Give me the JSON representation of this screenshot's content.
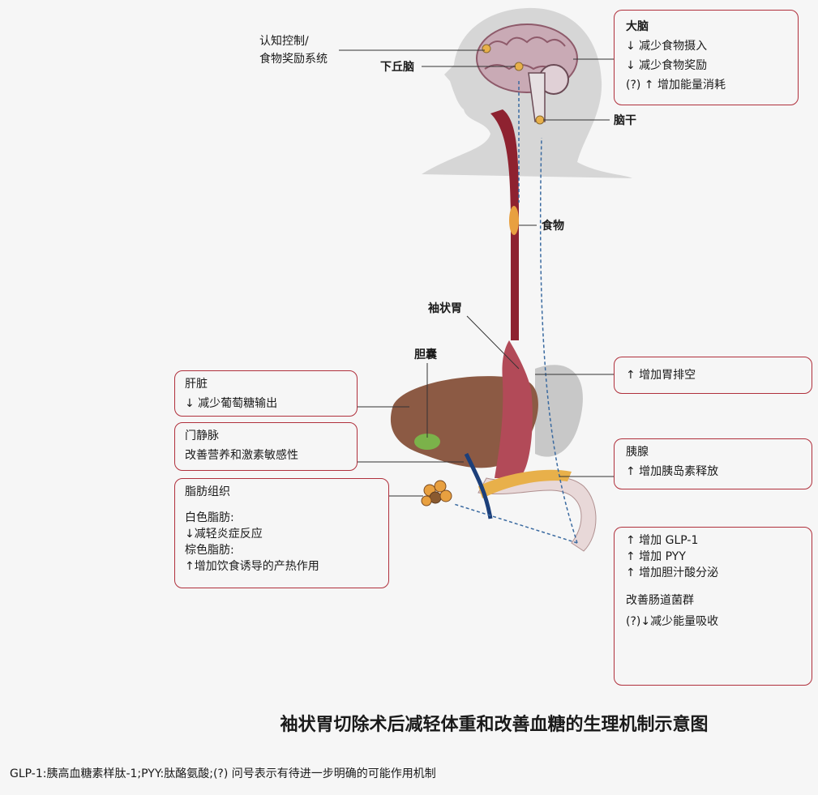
{
  "labels": {
    "cognitive": [
      "认知控制/",
      "食物奖励系统"
    ],
    "hypothalamus": "下丘脑",
    "brainstem": "脑干",
    "food": "食物",
    "sleeve": "袖状胃",
    "gallbladder": "胆囊"
  },
  "brain_box": {
    "title": "大脑",
    "lines": [
      "↓ 减少食物摄入",
      "↓ 减少食物奖励",
      "(?) ↑ 增加能量消耗"
    ]
  },
  "stomach_box": {
    "lines": [
      "↑ 增加胃排空"
    ]
  },
  "pancreas_box": {
    "title": "胰腺",
    "lines": [
      "↑ 增加胰岛素释放"
    ]
  },
  "gut_box": {
    "lines": [
      "↑ 增加 GLP-1",
      "↑ 增加 PYY",
      "↑ 增加胆汁酸分泌"
    ],
    "microbiota": "改善肠道菌群",
    "energy": "(?)↓减少能量吸收"
  },
  "liver_box": {
    "title": "肝脏",
    "lines": [
      "↓ 减少葡萄糖输出"
    ]
  },
  "portal_box": {
    "title": "门静脉",
    "lines": [
      "改善营养和激素敏感性"
    ]
  },
  "fat_box": {
    "title": "脂肪组织",
    "white": "白色脂肪:",
    "white_effect": "↓减轻炎症反应",
    "brown": "棕色脂肪:",
    "brown_effect": "↑增加饮食诱导的产热作用"
  },
  "caption": "袖状胃切除术后减轻体重和改善血糖的生理机制示意图",
  "footnote": "GLP-1:胰高血糖素样肽-1;PYY:肽酪氨酸;(?) 问号表示有待进一步明确的可能作用机制",
  "colors": {
    "box_border": "#b0303c",
    "skin": "#d8d8d8",
    "esophagus": "#8e2230",
    "liver": "#8c5a44",
    "gallbladder": "#7bb24a",
    "fat": "#e8b04a",
    "vessel": "#1c3f7a"
  }
}
